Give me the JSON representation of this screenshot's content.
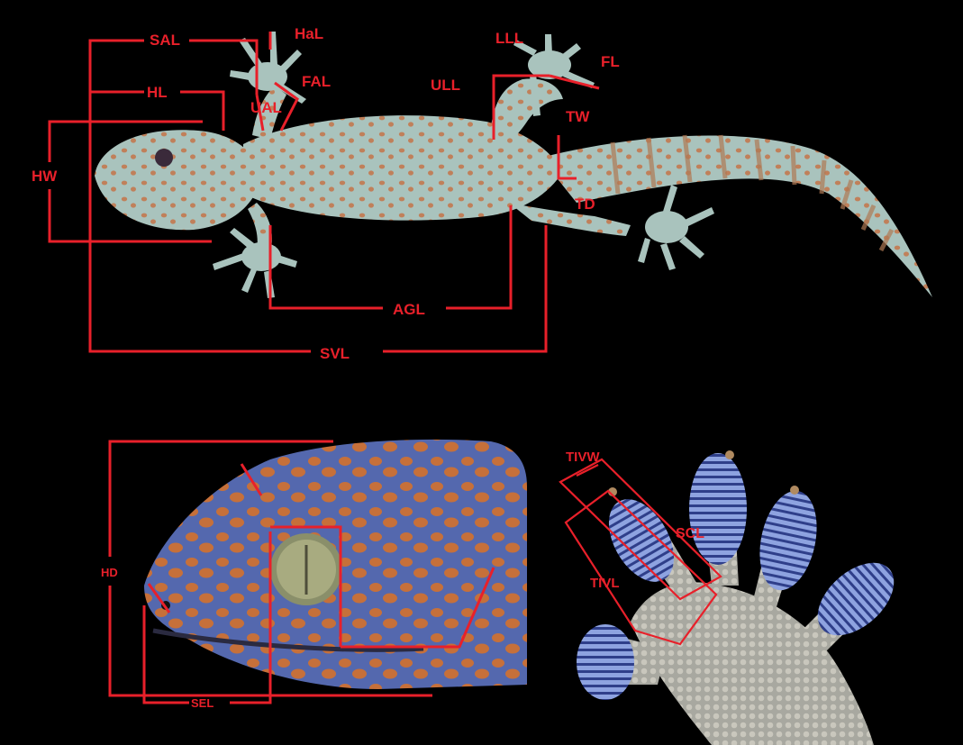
{
  "labels": {
    "sal": "SAL",
    "hal": "HaL",
    "fal": "FAL",
    "ual": "UAL",
    "hl": "HL",
    "hw": "HW",
    "lll": "LLL",
    "fl": "FL",
    "ull": "ULL",
    "tw": "TW",
    "td": "TD",
    "agl": "AGL",
    "svl": "SVL",
    "hd": "HD",
    "sel": "SEL",
    "tivw": "TIVW",
    "scl": "SCL",
    "tivl": "TIVL"
  },
  "colors": {
    "background": "#000000",
    "annotation": "#e8202a",
    "body": "#a9c3bd",
    "spots": "#c0805a",
    "head_blue": "#5a6fb5",
    "head_spots": "#c8703a",
    "toe_pads": "#7d92d0"
  }
}
